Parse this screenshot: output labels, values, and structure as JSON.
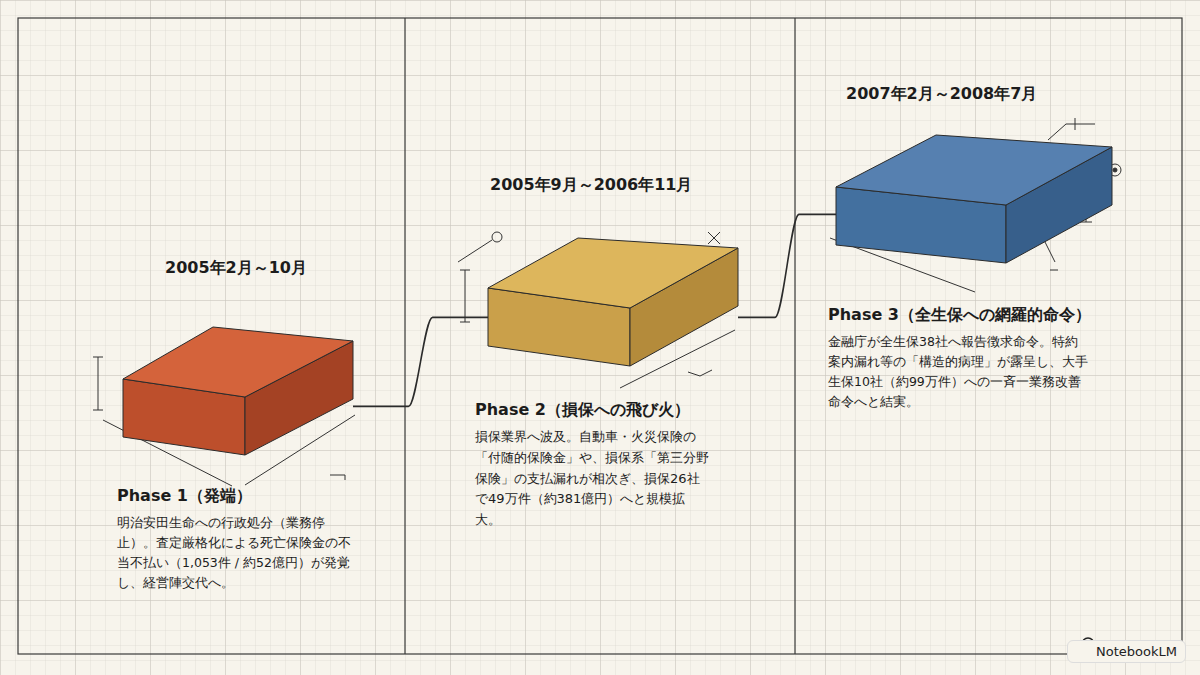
{
  "diagram": {
    "nodes": [
      {
        "text": [
          "2005年2月～10月",
          "Phase 1（発端）",
          "明治安田生命への行政処分（業務停止）。査定厳格化による死亡保険金の不当不払い（1,053件 / 約52億円）が発覚し、経営陣交代へ。"
        ]
      },
      {
        "text": [
          "2005年9月～2006年11月",
          "Phase 2（損保への飛び火）",
          "損保業界へ波及。自動車・火災保険の「付随的保険金」や、損保系「第三分野保険」の支払漏れが相次ぎ、損保26社で49万件（約381億円）へと規模拡大。"
        ]
      },
      {
        "text": [
          "2007年2月～2008年7月",
          "Phase 3（全生保への網羅的命令）",
          "金融庁が全生保38社へ報告徴求命令。特約案内漏れ等の「構造的病理」が露呈し、大手生保10社（約99万件）への一斉一業務改善命令へと結実。"
        ]
      }
    ],
    "edges": [
      {
        "from": 0,
        "to": 1,
        "arrow": "none"
      },
      {
        "from": 1,
        "to": 2,
        "arrow": "none"
      }
    ],
    "labels": [
      "NotebookLM"
    ]
  }
}
